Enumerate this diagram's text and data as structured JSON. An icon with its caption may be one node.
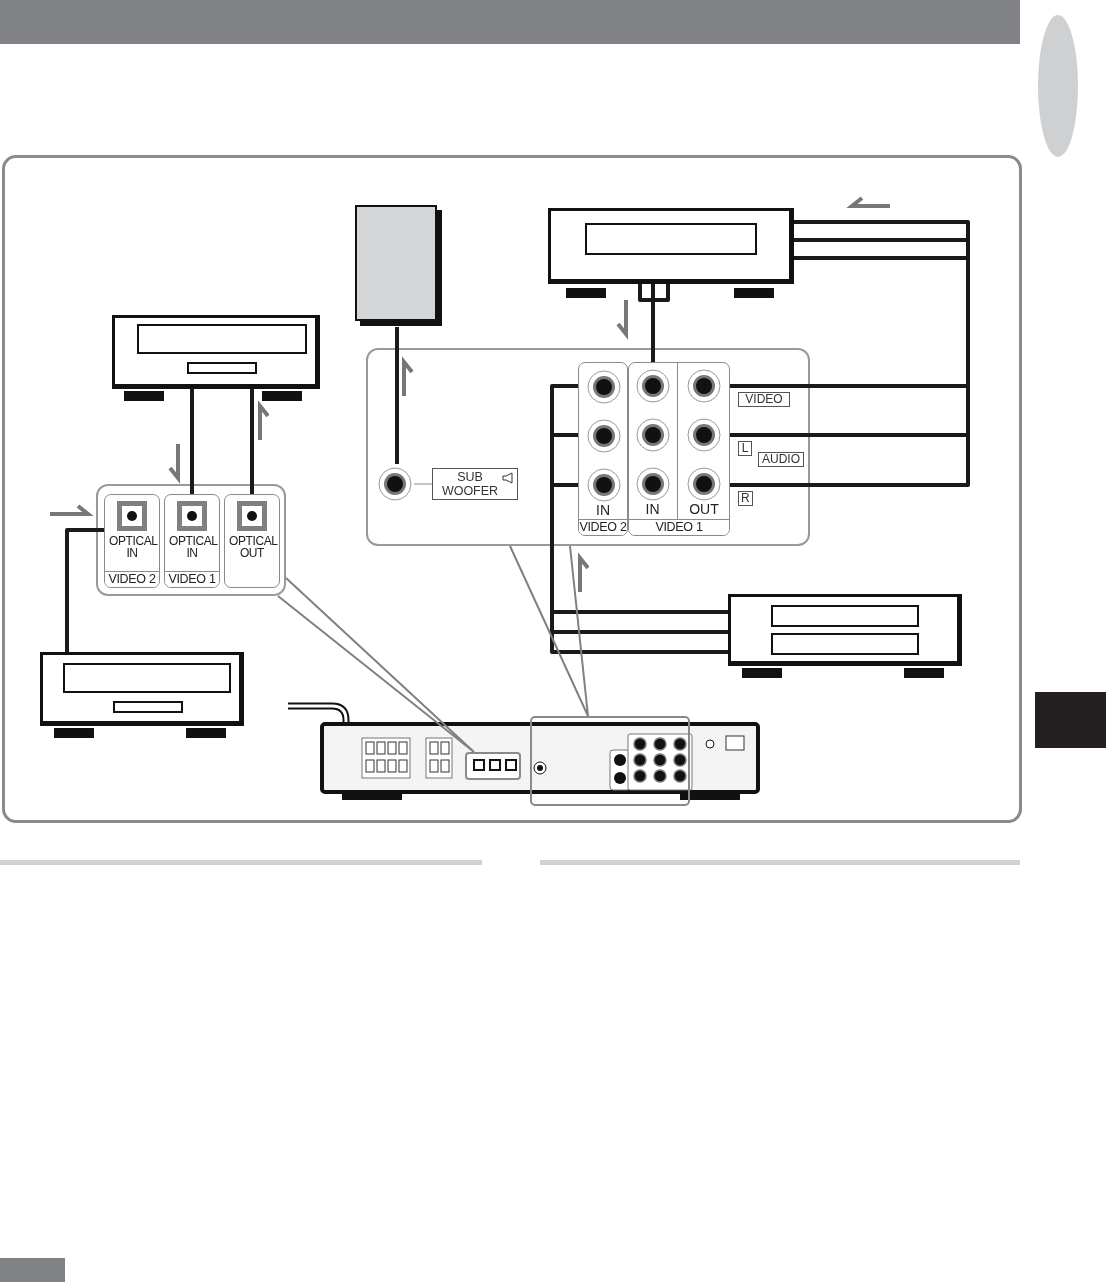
{
  "diagram": {
    "nodes": [
      {
        "text": [],
        "shape": "box"
      },
      {
        "text": [],
        "shape": "box"
      },
      {
        "text": [],
        "shape": "box"
      },
      {
        "text": [],
        "shape": "box"
      },
      {
        "text": [
          "SUB WOOFER"
        ],
        "in": 3
      },
      {
        "text": [
          "IN",
          "VIDEO 2"
        ],
        "in": 3
      },
      {
        "text": [
          "VIDEO 1"
        ],
        "in": 3
      },
      {
        "text": [
          "IN"
        ],
        "in": 6
      },
      {
        "text": [
          "OUT"
        ],
        "in": 6
      },
      {
        "text": [],
        "shape": "box"
      },
      {
        "text": [
          "OPTICAL IN",
          "VIDEO 2"
        ],
        "in": 9
      },
      {
        "text": [
          "OPTICAL IN",
          "VIDEO 1"
        ],
        "in": 9
      },
      {
        "text": [
          "OPTICAL OUT"
        ],
        "in": 9
      },
      {
        "text": [],
        "shape": "box"
      },
      {
        "text": [],
        "shape": "box"
      },
      {
        "text": [],
        "shape": "box"
      },
      {
        "text": [],
        "shape": "box",
        "in": 15
      },
      {
        "text": [],
        "shape": "box"
      }
    ],
    "edges": [
      {
        "from": 2,
        "to": 11,
        "arrow": "none"
      },
      {
        "from": 12,
        "to": 2,
        "arrow": "none"
      },
      {
        "from": 14,
        "to": 10,
        "arrow": "none"
      },
      {
        "from": 0,
        "to": 4,
        "arrow": "none"
      },
      {
        "from": 1,
        "to": 7,
        "arrow": "none"
      },
      {
        "from": 8,
        "to": 1,
        "arrow": "none"
      },
      {
        "from": 13,
        "to": 5,
        "arrow": "none"
      },
      {
        "from": 9,
        "to": 16,
        "arrow": "none",
        "color": "#808080"
      },
      {
        "from": 3,
        "to": 17,
        "arrow": "none",
        "color": "#808080"
      }
    ],
    "labels": [
      "VIDEO",
      "L",
      "AUDIO",
      "R"
    ]
  }
}
